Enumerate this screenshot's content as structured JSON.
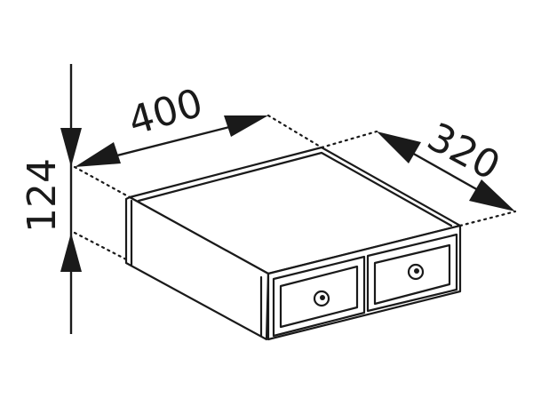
{
  "dimensions": {
    "width": "400",
    "depth": "320",
    "height": "124"
  },
  "colors": {
    "line": "#1a1a1a",
    "background": "#ffffff"
  }
}
